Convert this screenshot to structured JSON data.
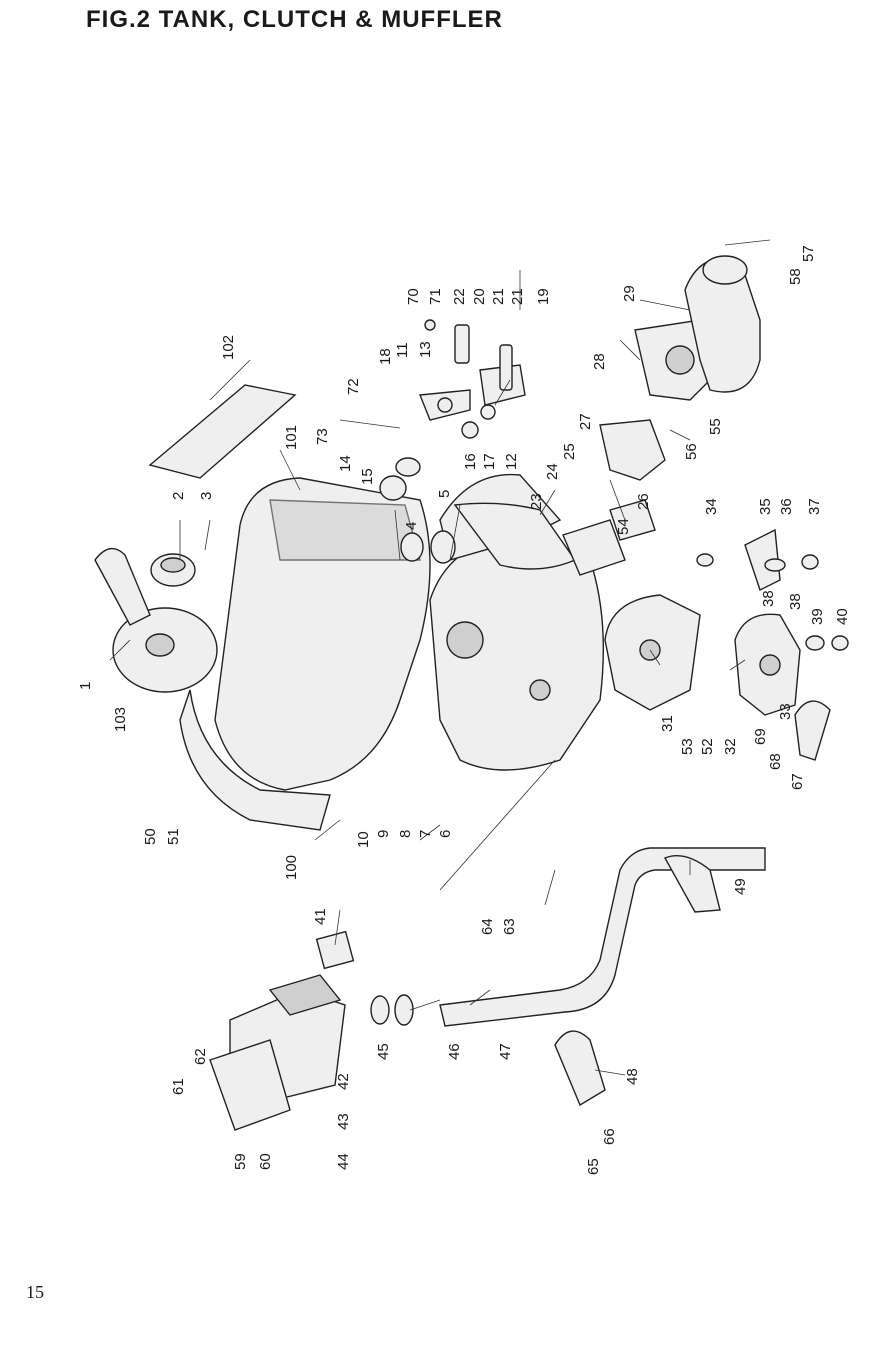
{
  "page": {
    "title": "FIG.2   TANK, CLUTCH & MUFFLER",
    "page_number": "15"
  },
  "callouts": [
    "1",
    "2",
    "3",
    "4",
    "5",
    "6",
    "7",
    "8",
    "9",
    "10",
    "11",
    "12",
    "13",
    "14",
    "15",
    "16",
    "17",
    "18",
    "19",
    "20",
    "21",
    "21",
    "22",
    "23",
    "24",
    "25",
    "26",
    "27",
    "28",
    "29",
    "31",
    "32",
    "33",
    "34",
    "35",
    "36",
    "37",
    "38",
    "38",
    "39",
    "40",
    "41",
    "42",
    "43",
    "44",
    "45",
    "46",
    "47",
    "48",
    "49",
    "50",
    "51",
    "52",
    "53",
    "54",
    "55",
    "56",
    "57",
    "58",
    "59",
    "60",
    "61",
    "62",
    "63",
    "64",
    "65",
    "66",
    "67",
    "68",
    "69",
    "70",
    "71",
    "72",
    "73",
    "100",
    "101",
    "102",
    "103"
  ]
}
